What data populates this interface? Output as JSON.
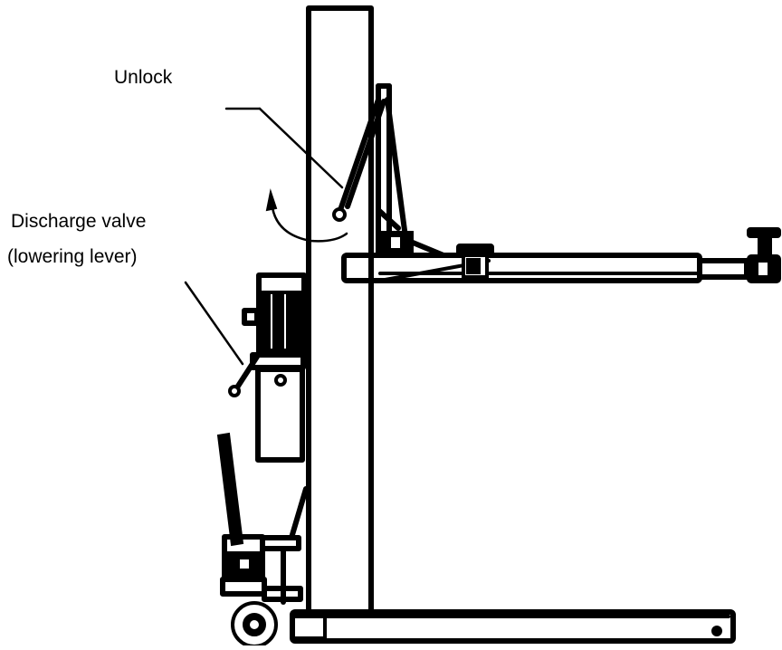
{
  "labels": {
    "unlock": "Unlock",
    "discharge_line1": "Discharge valve",
    "discharge_line2": "(lowering lever)"
  }
}
